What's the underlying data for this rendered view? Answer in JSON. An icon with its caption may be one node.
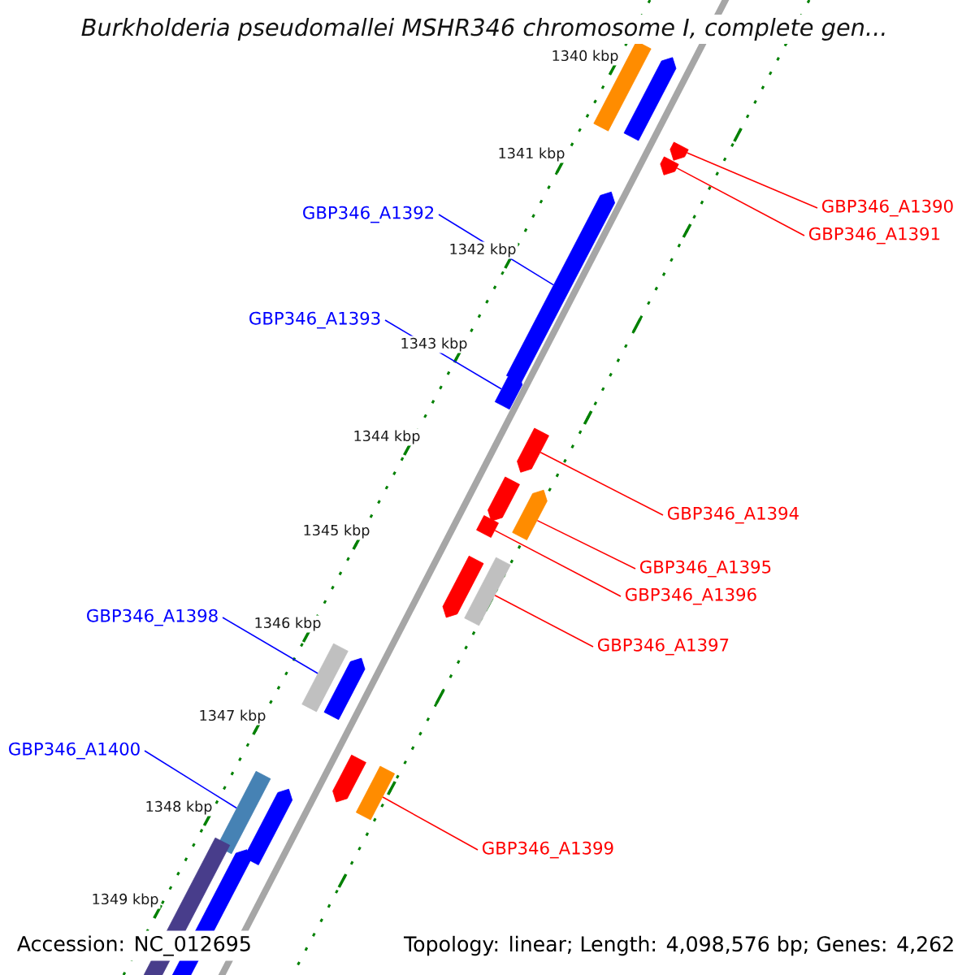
{
  "diagram": {
    "title": "Burkholderia pseudomallei MSHR346 chromosome I, complete gen...",
    "nodes": [
      {
        "text": [
          "GBP346_A1390"
        ]
      },
      {
        "text": [
          "GBP346_A1392"
        ]
      },
      {
        "text": [
          "GBP346_A1391"
        ]
      },
      {
        "text": [
          "GBP346_A1393"
        ]
      },
      {
        "text": [
          "GBP346_A1394"
        ]
      },
      {
        "text": [
          "GBP346_A1395"
        ]
      },
      {
        "text": [
          "GBP346_A1396"
        ]
      },
      {
        "text": [
          "GBP346_A1397"
        ]
      },
      {
        "text": [
          "GBP346_A1398"
        ]
      },
      {
        "text": [
          "GBP346_A1400"
        ]
      },
      {
        "text": [
          "GBP346_A1399"
        ]
      },
      {
        "text": [],
        "shape": "box"
      },
      {
        "text": [],
        "shape": "arrow"
      },
      {
        "text": [],
        "shape": "arrow"
      },
      {
        "text": [],
        "shape": "arrow"
      },
      {
        "text": [],
        "shape": "arrow"
      },
      {
        "text": [],
        "shape": "arrow"
      },
      {
        "text": [],
        "shape": "arrow"
      },
      {
        "text": [],
        "shape": "arrow"
      },
      {
        "text": [],
        "shape": "arrow"
      },
      {
        "text": [],
        "shape": "box"
      },
      {
        "text": [],
        "shape": "arrow"
      },
      {
        "text": [],
        "shape": "box"
      },
      {
        "text": [],
        "shape": "box"
      },
      {
        "text": [],
        "shape": "arrow"
      },
      {
        "text": [],
        "shape": "arrow"
      },
      {
        "text": [],
        "shape": "box"
      },
      {
        "text": [],
        "shape": "box"
      },
      {
        "text": [],
        "shape": "arrow"
      },
      {
        "text": [],
        "shape": "box"
      },
      {
        "text": [],
        "shape": "arrow"
      }
    ],
    "edges": [
      {
        "from": 0,
        "to": 13,
        "arrow": "none"
      },
      {
        "from": 1,
        "to": 15,
        "arrow": "none",
        "color": "#0000ff"
      },
      {
        "from": 2,
        "to": 14,
        "arrow": "none"
      },
      {
        "from": 3,
        "to": 16,
        "arrow": "none",
        "color": "#0000ff"
      },
      {
        "from": 4,
        "to": 17,
        "arrow": "none"
      },
      {
        "from": 5,
        "to": 19,
        "arrow": "none"
      },
      {
        "from": 6,
        "to": 20,
        "arrow": "none"
      },
      {
        "from": 7,
        "to": 22,
        "arrow": "none"
      },
      {
        "from": 8,
        "to": 23,
        "arrow": "none",
        "color": "#0000ff"
      },
      {
        "from": 9,
        "to": 27,
        "arrow": "none",
        "color": "#0000ff"
      },
      {
        "from": 10,
        "to": 26,
        "arrow": "none"
      }
    ],
    "labels": [
      "1340 kbp",
      "1341 kbp",
      "1342 kbp",
      "1343 kbp",
      "1344 kbp",
      "1345 kbp",
      "1346 kbp",
      "1347 kbp",
      "1348 kbp",
      "1349 kbp",
      "Accession: NC_012695",
      "Topology: linear; Length: 4,098,576 bp; Genes: 4,262"
    ]
  }
}
